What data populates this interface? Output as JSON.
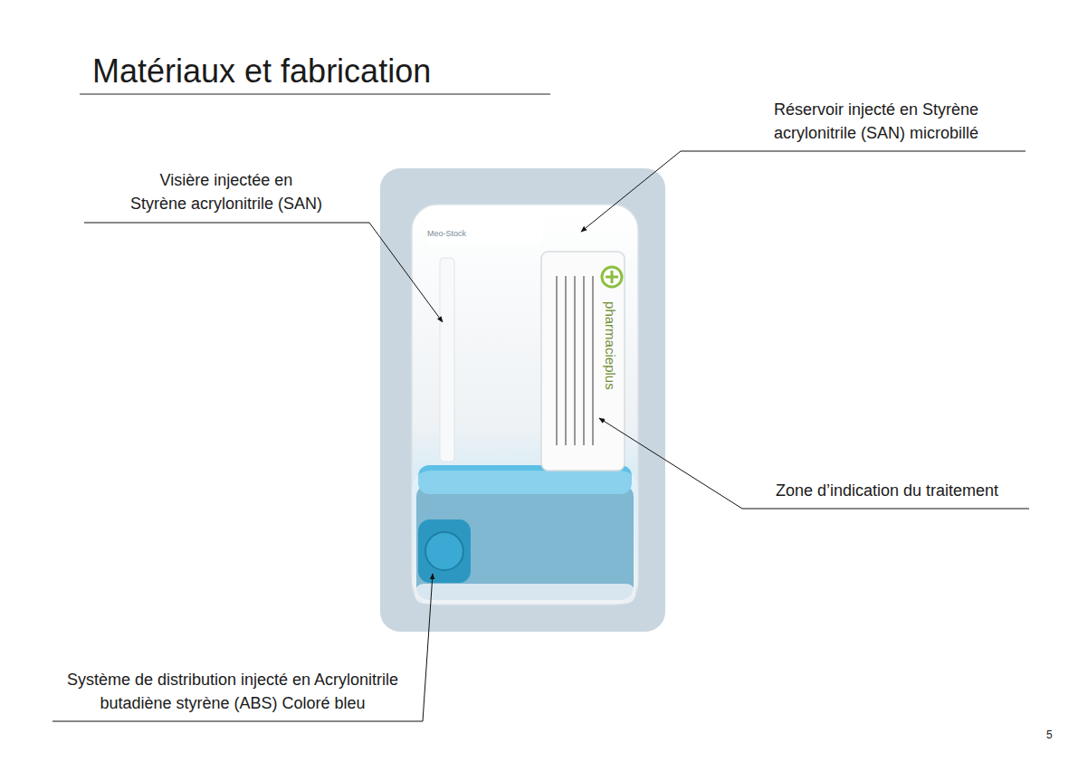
{
  "diagram": {
    "title": "Matériaux et fabrication",
    "labels": [
      "Visière injectée en Styrène acrylonitrile (SAN)",
      "Réservoir injecté en Styrène acrylonitrile (SAN) microbillé",
      "Meo-Stock",
      "pharmacieplus",
      "Zone d’indication du traitement",
      "Système de distribution injecté en Acrylonitrile butadiène styrène (ABS) Coloré bleu",
      "5"
    ]
  }
}
